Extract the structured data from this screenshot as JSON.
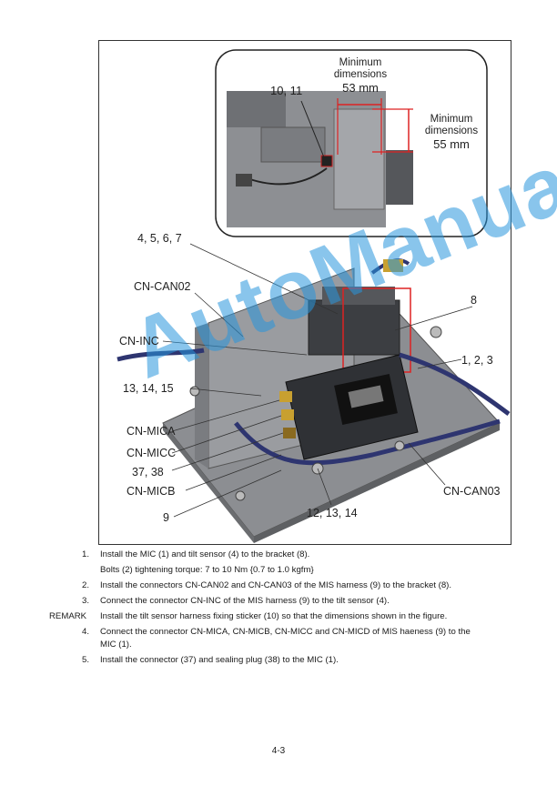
{
  "figure": {
    "inset": {
      "part_label": "10, 11",
      "dim_width_label_1": "Minimum",
      "dim_width_label_2": "dimensions",
      "dim_width_value": "53 mm",
      "dim_height_label_1": "Minimum",
      "dim_height_label_2": "dimensions",
      "dim_height_value": "55 mm"
    },
    "callouts": {
      "c4567": "4, 5, 6, 7",
      "can02": "CN-CAN02",
      "c8": "8",
      "inc": "CN-INC",
      "c123": "1, 2, 3",
      "c131415": "13, 14, 15",
      "mica": "CN-MICA",
      "micc": "CN-MICC",
      "c3738": "37, 38",
      "micb": "CN-MICB",
      "c9": "9",
      "c121314": "12, 13, 14",
      "can03": "CN-CAN03"
    },
    "watermark": "AutoManual"
  },
  "steps": [
    {
      "num": "1.",
      "text": "Install the MIC (1) and tilt sensor (4) to the bracket (8)."
    },
    {
      "num": "",
      "text": "Bolts (2) tightening torque: 7 to 10 Nm {0.7 to 1.0 kgfm}"
    },
    {
      "num": "2.",
      "text": "Install the connectors CN-CAN02 and CN-CAN03 of the MIS harness (9) to the bracket (8)."
    },
    {
      "num": "3.",
      "text": "Connect the connector CN-INC of the MIS harness (9) to the tilt sensor (4)."
    },
    {
      "remark": "REMARK",
      "text": "Install the tilt sensor harness fixing sticker (10) so that the dimensions shown in the figure."
    },
    {
      "num": "4.",
      "text": "Connect the connector CN-MICA, CN-MICB, CN-MICC and CN-MICD of MIS haeness (9) to the"
    },
    {
      "num": "",
      "text": "MIC (1)."
    },
    {
      "num": "5.",
      "text": "Install the connector (37) and sealing plug (38) to the MIC (1)."
    }
  ],
  "page_number": "4-3"
}
